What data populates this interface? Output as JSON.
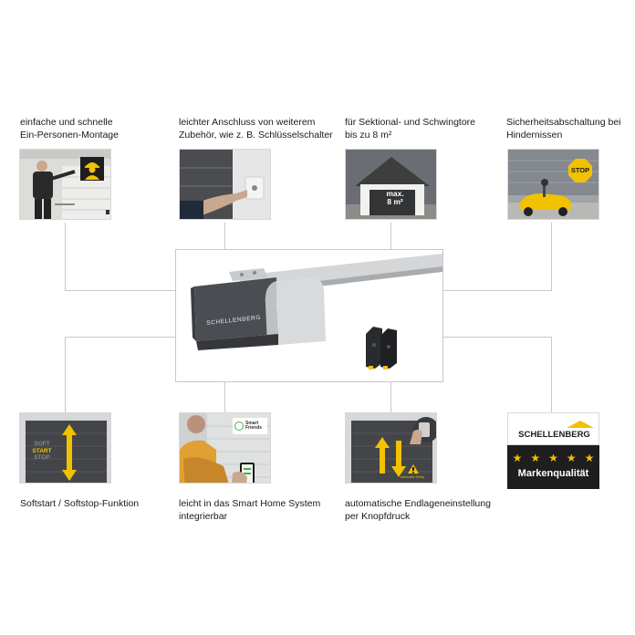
{
  "features_top": [
    {
      "line1": "einfache und schnelle",
      "line2": "Ein-Personen-Montage"
    },
    {
      "line1": "leichter Anschluss von weiterem",
      "line2": "Zubehör, wie z. B. Schlüsselschalter"
    },
    {
      "line1": "für Sektional- und Schwingtore",
      "line2": "bis zu 8 m²"
    },
    {
      "line1": "Sicherheitsabschaltung bei",
      "line2": "Hindernissen"
    }
  ],
  "features_bottom": [
    {
      "line1": "Softstart / Softstop-Funktion",
      "line2": ""
    },
    {
      "line1": "leicht in das Smart Home System",
      "line2": "integrierbar"
    },
    {
      "line1": "automatische Endlageneinstellung",
      "line2": "per Knopfdruck"
    },
    {
      "line1": "",
      "line2": ""
    }
  ],
  "badges": {
    "max_size": "max.\n8 m²",
    "stop_sign": "STOP",
    "soft_start_stop": [
      "SOFT",
      "START",
      "STOP"
    ],
    "smart_friends": "Smart\nFriends",
    "auto_setup": "Automatic Setup"
  },
  "product": {
    "brand_on_motor": "SCHELLENBERG"
  },
  "brand_badge": {
    "brand": "SCHELLENBERG",
    "stars": 5,
    "quality": "Markenqualität"
  },
  "colors": {
    "accent_yellow": "#f2c200",
    "dark_panel": "#1e1e1e",
    "connector_gray": "#c8c8c8"
  }
}
